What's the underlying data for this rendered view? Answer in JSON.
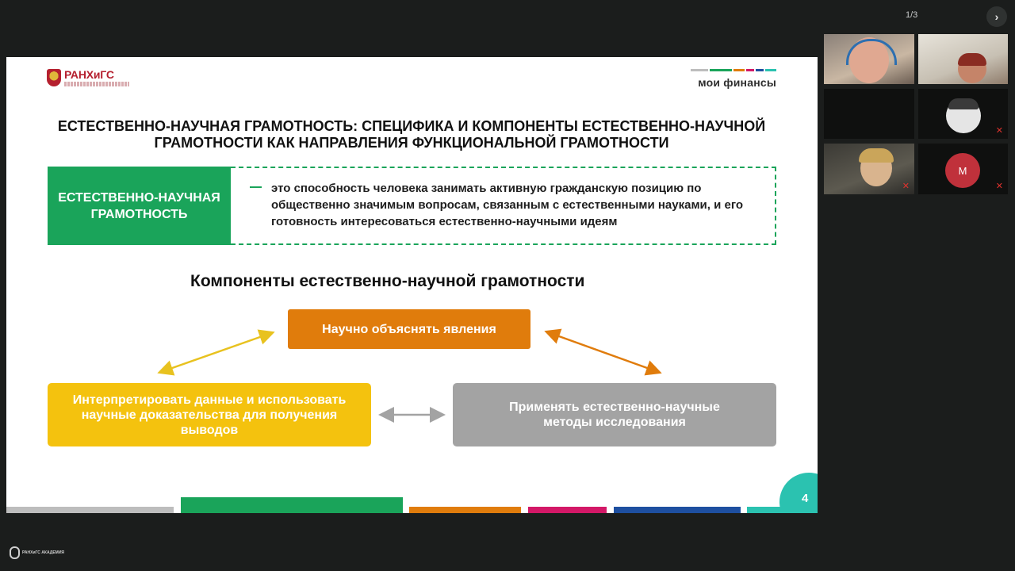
{
  "viewer": {
    "page_indicator": "1/3",
    "next_button": "›"
  },
  "slide": {
    "logo_text": "РАНХиГС",
    "brand_name": "мои финансы",
    "brand_colors": [
      "#bdbdbd",
      "#1aa45a",
      "#1aa45a",
      "#e07c0c",
      "#d31867",
      "#1e4fa0",
      "#2bc2b0"
    ],
    "title": "Естественно-научная грамотность: специфика и компоненты естественно-научной грамотности как направления функциональной грамотности",
    "definition_term": "Естественно-научная грамотность",
    "definition_text": "это способность человека занимать активную гражданскую позицию по общественно значимым вопросам, связанным с естественными науками, и его готовность интересоваться естественно-научными идеям",
    "components_heading": "Компоненты естественно-научной грамотности",
    "component_explain": "Научно объяснять явления",
    "component_interpret": "Интерпретировать данные и использовать научные доказательства для получения выводов",
    "component_apply": "Применять естественно-научные методы исследования",
    "page_number": "4",
    "colors": {
      "green": "#1aa45a",
      "orange": "#e07c0c",
      "yellow": "#f4c20e",
      "grey": "#a3a3a3",
      "teal": "#2bc2b0",
      "magenta": "#d31867",
      "blue": "#1e4fa0"
    }
  },
  "participants": [
    {
      "type": "video",
      "muted": false
    },
    {
      "type": "video",
      "muted": false
    },
    {
      "type": "empty",
      "muted": false
    },
    {
      "type": "video",
      "muted": true,
      "mic_icon": "mic-off-icon"
    },
    {
      "type": "video",
      "muted": true,
      "mic_icon": "mic-off-icon"
    },
    {
      "type": "avatar",
      "initial": "M",
      "muted": true,
      "mic_icon": "mic-off-icon"
    }
  ],
  "corner_logo_text": "РАНХиГС АКАДЕМИЯ"
}
